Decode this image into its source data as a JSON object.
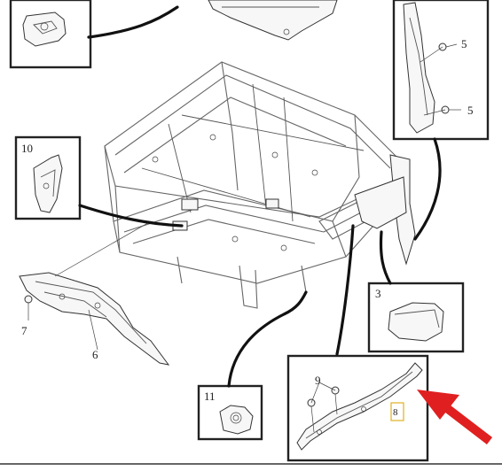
{
  "callouts": {
    "c3": "3",
    "c5a": "5",
    "c5b": "5",
    "c6": "6",
    "c7": "7",
    "c8": "8",
    "c9": "9",
    "c10": "10",
    "c11": "11"
  },
  "colors": {
    "arrow": "#e02020",
    "highlight": "#e0b020",
    "line": "#111111"
  }
}
